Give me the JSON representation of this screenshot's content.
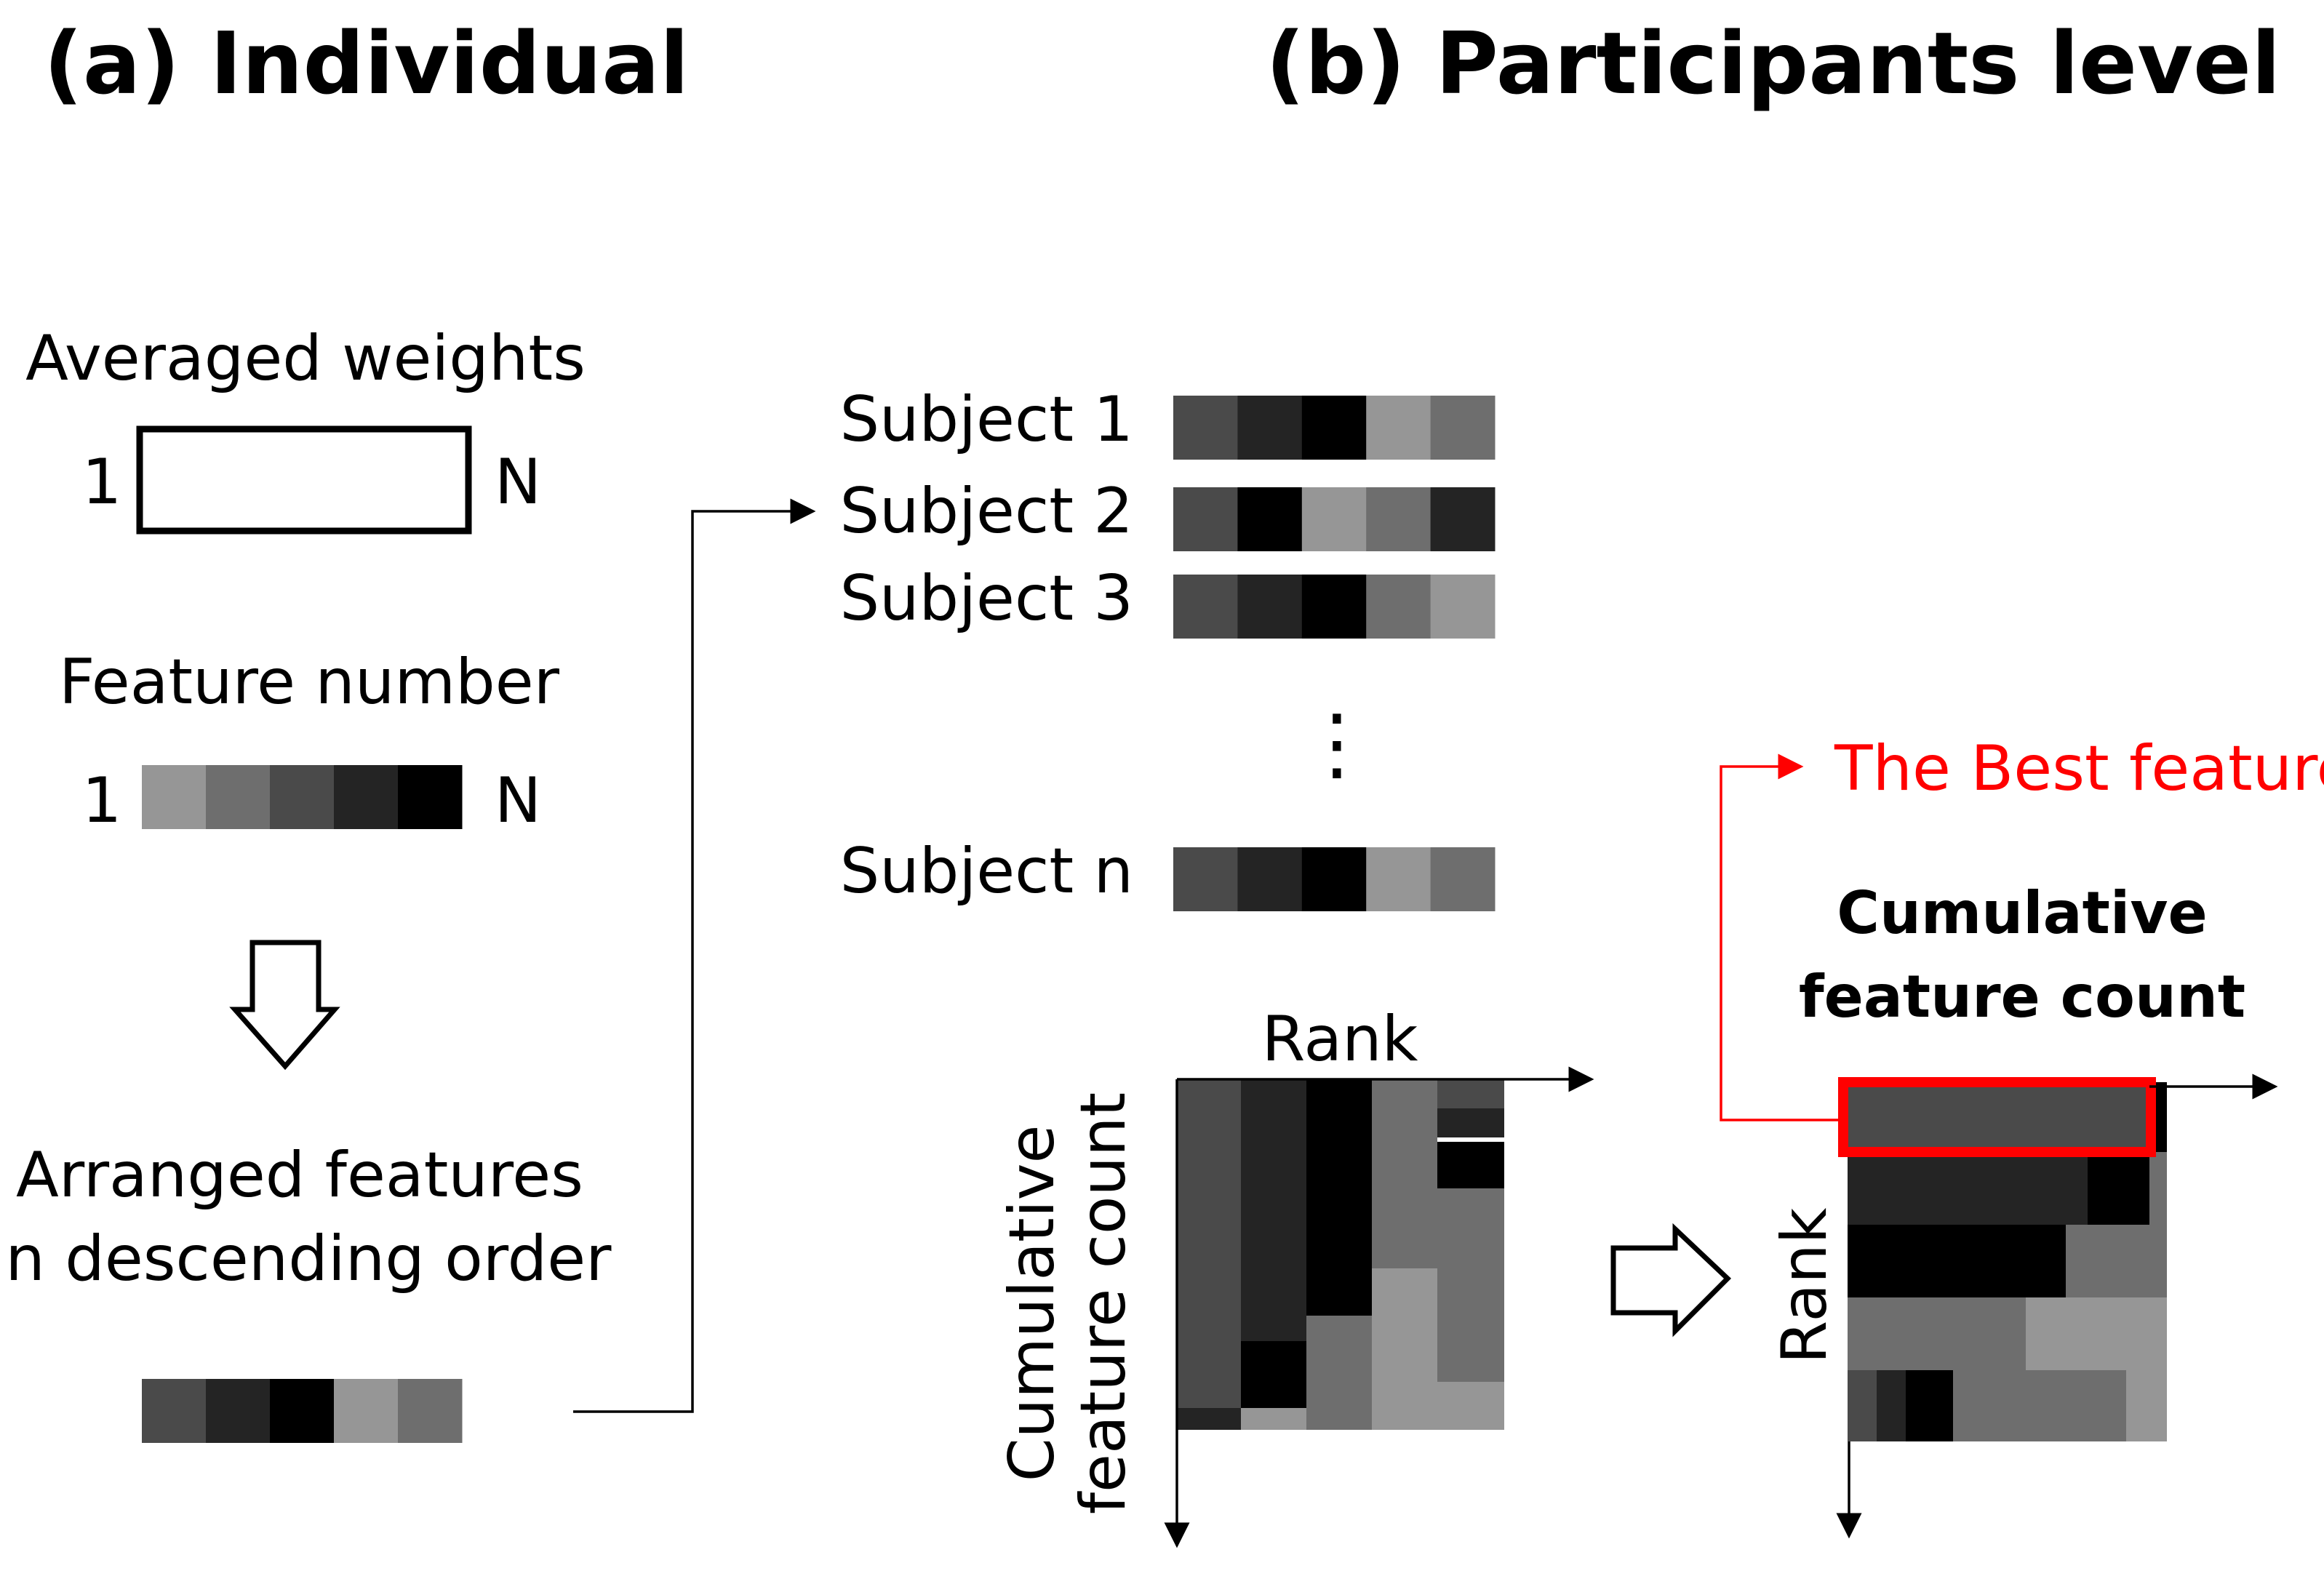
{
  "headings": {
    "individual": "(a) Individual",
    "participants": "(b) Participants level"
  },
  "individual": {
    "averaged_weights_label": "Averaged weights",
    "start_index": "1",
    "end_index": "N",
    "feature_number_label": "Feature number",
    "feature_number_colors": [
      "#969696",
      "#6e6e6e",
      "#4a4a4a",
      "#242424",
      "#000000"
    ],
    "arranged_label_line1": "Arranged features",
    "arranged_label_line2": "in descending order",
    "arranged_colors": [
      "#4a4a4a",
      "#242424",
      "#000000",
      "#969696",
      "#6e6e6e"
    ]
  },
  "participants": {
    "subjects": [
      {
        "label": "Subject 1",
        "colors": [
          "#4a4a4a",
          "#242424",
          "#000000",
          "#969696",
          "#6e6e6e"
        ]
      },
      {
        "label": "Subject 2",
        "colors": [
          "#4a4a4a",
          "#000000",
          "#969696",
          "#6e6e6e",
          "#242424"
        ]
      },
      {
        "label": "Subject 3",
        "colors": [
          "#4a4a4a",
          "#242424",
          "#000000",
          "#6e6e6e",
          "#969696"
        ]
      }
    ],
    "last_subject": {
      "label": "Subject n",
      "colors": [
        "#4a4a4a",
        "#242424",
        "#000000",
        "#969696",
        "#6e6e6e"
      ]
    },
    "ellipsis": "⋮",
    "matrix_top_label": "Rank",
    "matrix_side_label_line1": "Cumulative",
    "matrix_side_label_line2": "feature count",
    "result_title_line1": "Cumulative",
    "result_title_line2": "feature count",
    "result_side_label": "Rank",
    "best_feature_label": "The Best feature",
    "accent_color": "#ff0000"
  }
}
